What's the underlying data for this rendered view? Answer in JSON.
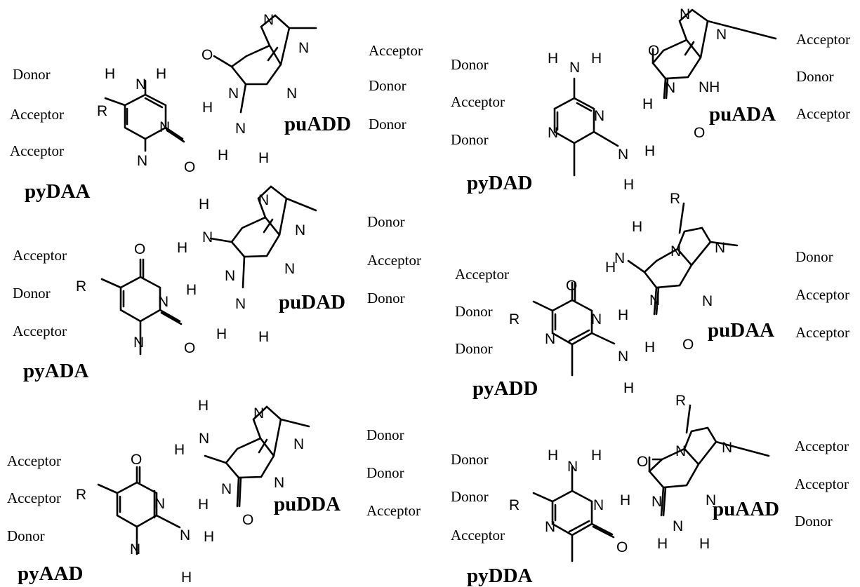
{
  "pairs": [
    {
      "py_name": "pyDAA",
      "pu_name": "puADD",
      "py_roles": [
        "Donor",
        "Acceptor",
        "Acceptor"
      ],
      "pu_roles": [
        "Acceptor",
        "Donor",
        "Donor"
      ]
    },
    {
      "py_name": "pyDAD",
      "pu_name": "puADA",
      "py_roles": [
        "Donor",
        "Acceptor",
        "Donor"
      ],
      "pu_roles": [
        "Acceptor",
        "Donor",
        "Acceptor"
      ]
    },
    {
      "py_name": "pyADA",
      "pu_name": "puDAD",
      "py_roles": [
        "Acceptor",
        "Donor",
        "Acceptor"
      ],
      "pu_roles": [
        "Donor",
        "Acceptor",
        "Donor"
      ]
    },
    {
      "py_name": "pyADD",
      "pu_name": "puDAA",
      "py_roles": [
        "Acceptor",
        "Donor",
        "Donor"
      ],
      "pu_roles": [
        "Donor",
        "Acceptor",
        "Acceptor"
      ]
    },
    {
      "py_name": "pyAAD",
      "pu_name": "puDDA",
      "py_roles": [
        "Acceptor",
        "Acceptor",
        "Donor"
      ],
      "pu_roles": [
        "Donor",
        "Donor",
        "Acceptor"
      ]
    },
    {
      "py_name": "pyDDA",
      "pu_name": "puAAD",
      "py_roles": [
        "Donor",
        "Donor",
        "Acceptor"
      ],
      "pu_roles": [
        "Acceptor",
        "Acceptor",
        "Donor"
      ]
    }
  ],
  "atoms": {
    "n": "N",
    "o": "O",
    "h": "H",
    "r": "R",
    "nh": "NH"
  }
}
